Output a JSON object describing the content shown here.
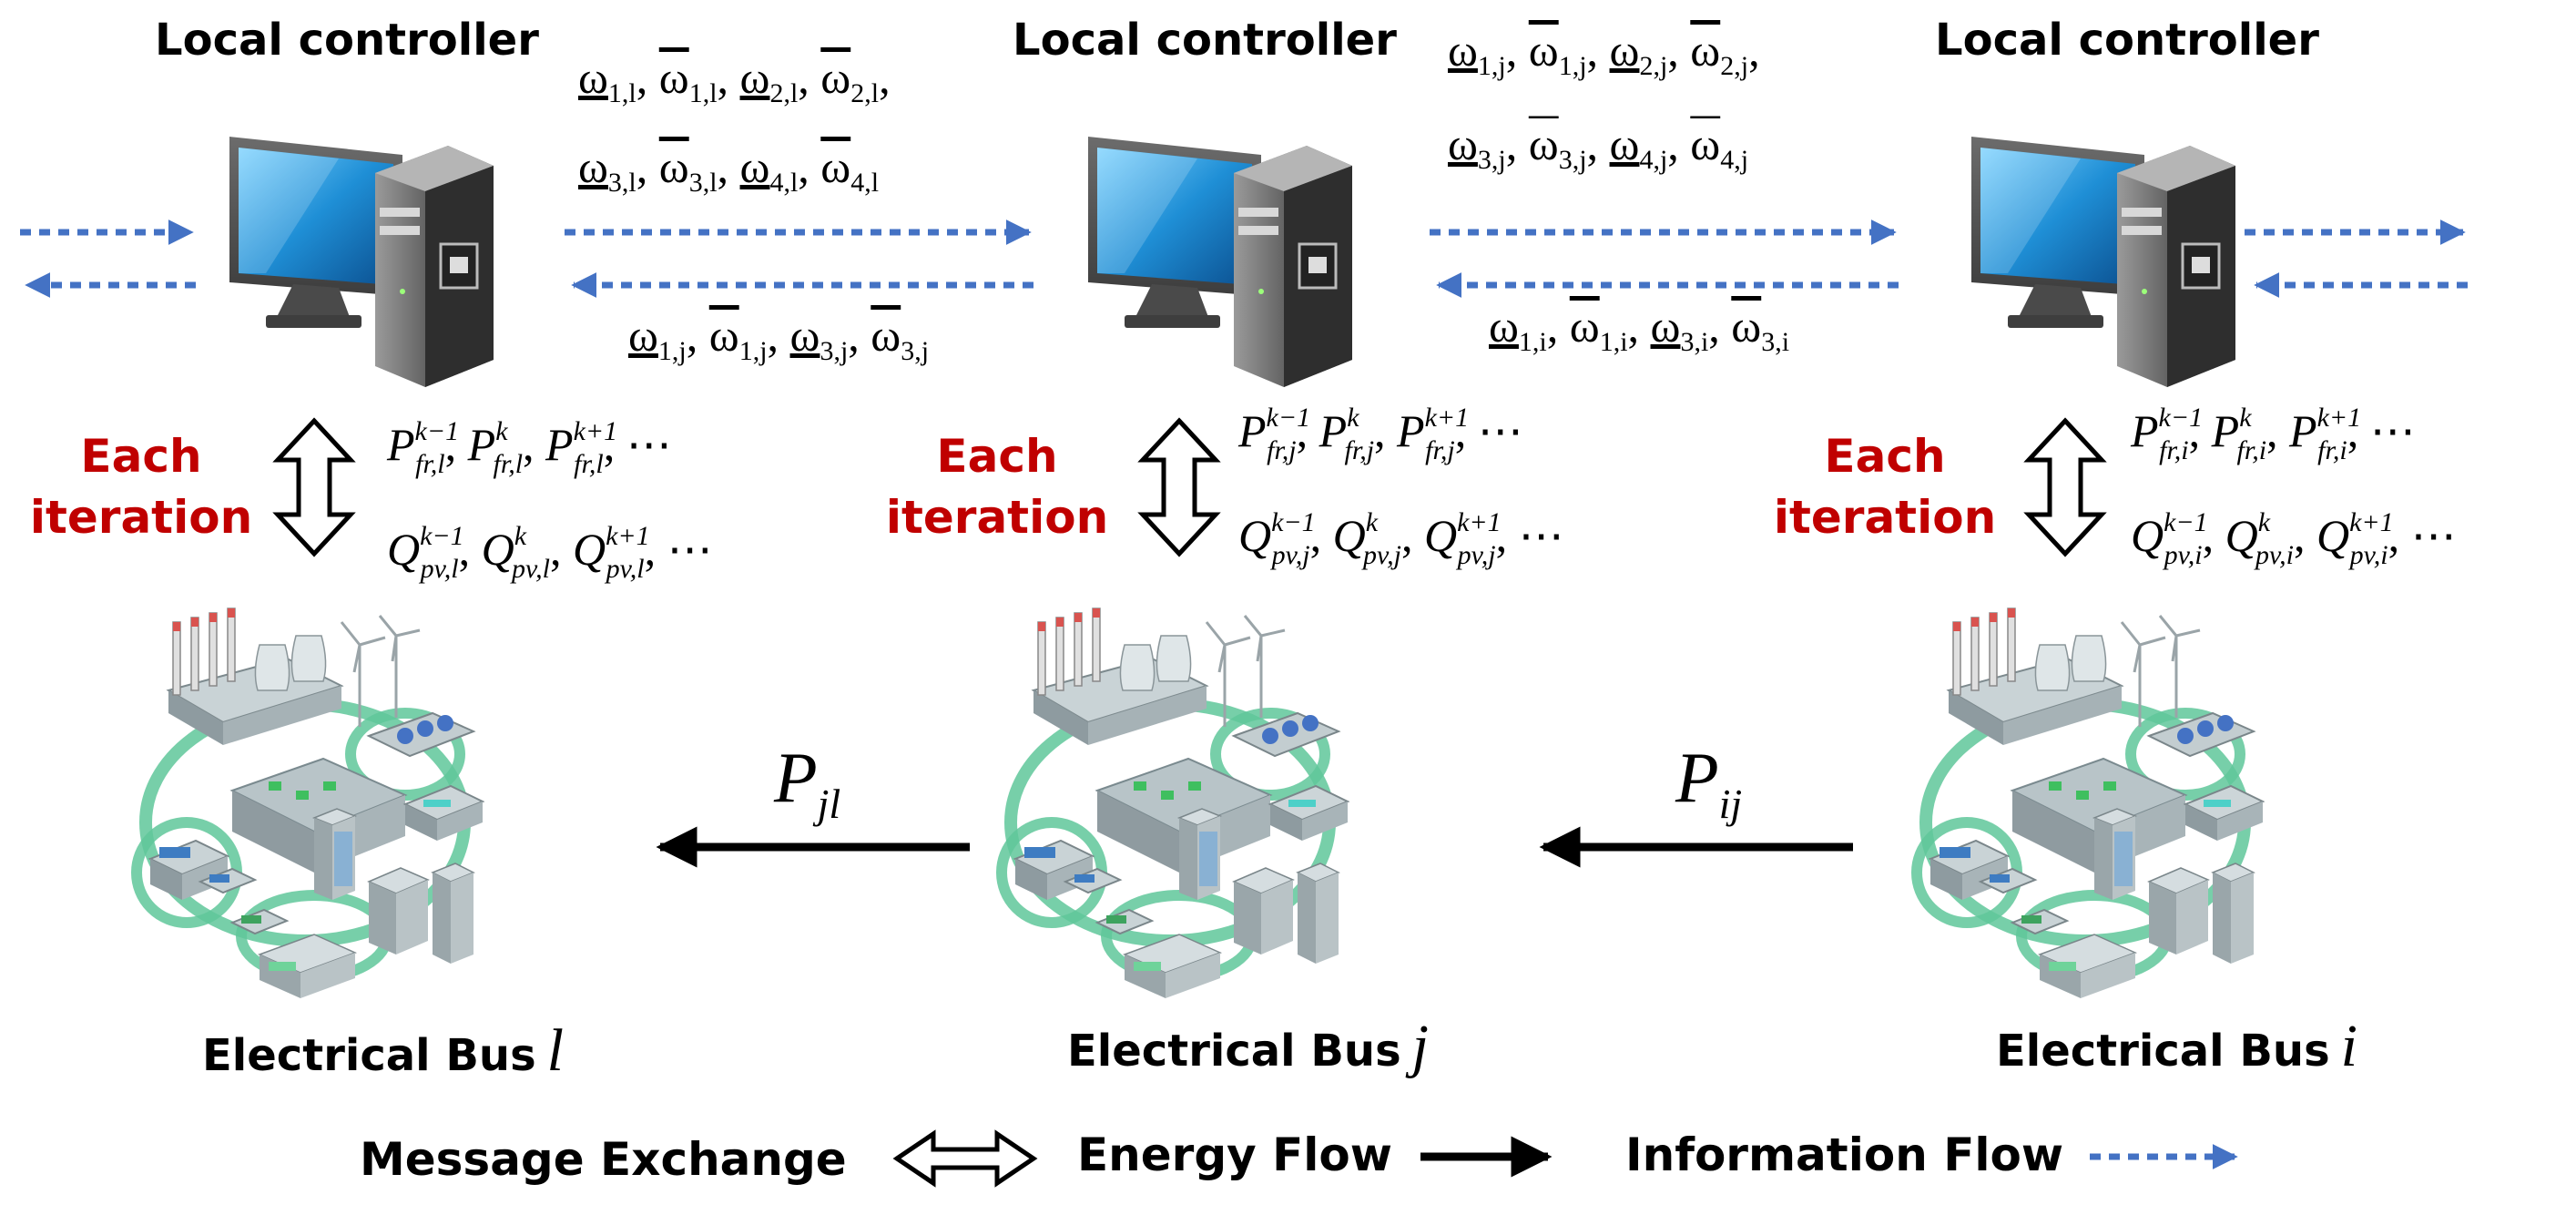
{
  "controllers": [
    {
      "title": "Local controller"
    },
    {
      "title": "Local controller"
    },
    {
      "title": "Local controller"
    }
  ],
  "iteration_label": {
    "line1": "Each",
    "line2": "iteration"
  },
  "links": [
    {
      "upper": [
        "ω",
        "1,l",
        "ω",
        "1,l",
        "ω",
        "2,l",
        "ω",
        "2,l",
        "ω",
        "3,l",
        "ω",
        "3,l",
        "ω",
        "4,l",
        "ω",
        "4,l"
      ],
      "lower": [
        "ω",
        "1,j",
        "ω",
        "1,j",
        "ω",
        "3,j",
        "ω",
        "3,j"
      ]
    },
    {
      "upper": [
        "ω",
        "1,j",
        "ω",
        "1,j",
        "ω",
        "2,j",
        "ω",
        "2,j",
        "ω",
        "3,j",
        "ω",
        "3,j",
        "ω",
        "4,j",
        "ω",
        "4,j"
      ],
      "lower": [
        "ω",
        "1,i",
        "ω",
        "1,i",
        "ω",
        "3,i",
        "ω",
        "3,i"
      ]
    }
  ],
  "bus_vars": [
    {
      "idx": "l",
      "P": "P",
      "Q": "Q",
      "fr": "fr",
      "pv": "pv",
      "km1": "k−1",
      "k": "k",
      "kp1": "k+1",
      "dots": "⋯"
    },
    {
      "idx": "j",
      "P": "P",
      "Q": "Q",
      "fr": "fr",
      "pv": "pv",
      "km1": "k−1",
      "k": "k",
      "kp1": "k+1",
      "dots": "⋯"
    },
    {
      "idx": "i",
      "P": "P",
      "Q": "Q",
      "fr": "fr",
      "pv": "pv",
      "km1": "k−1",
      "k": "k",
      "kp1": "k+1",
      "dots": "⋯"
    }
  ],
  "energy_flows": [
    {
      "symbol": "P",
      "sub": "jl"
    },
    {
      "symbol": "P",
      "sub": "ij"
    }
  ],
  "buses": [
    {
      "label": "Electrical Bus",
      "symbol": "l"
    },
    {
      "label": "Electrical Bus",
      "symbol": "j"
    },
    {
      "label": "Electrical Bus",
      "symbol": "i"
    }
  ],
  "legend": {
    "message_exchange": "Message Exchange",
    "energy_flow": "Energy Flow",
    "information_flow": "Information Flow"
  },
  "colors": {
    "iteration_text": "#c00000",
    "info_arrow": "#4472c4",
    "monitor_screen": "#1f8fd6",
    "green_ring": "#5fc79a"
  },
  "icons": [
    "desktop-computer-icon",
    "power-grid-city-icon",
    "double-arrow-icon"
  ]
}
